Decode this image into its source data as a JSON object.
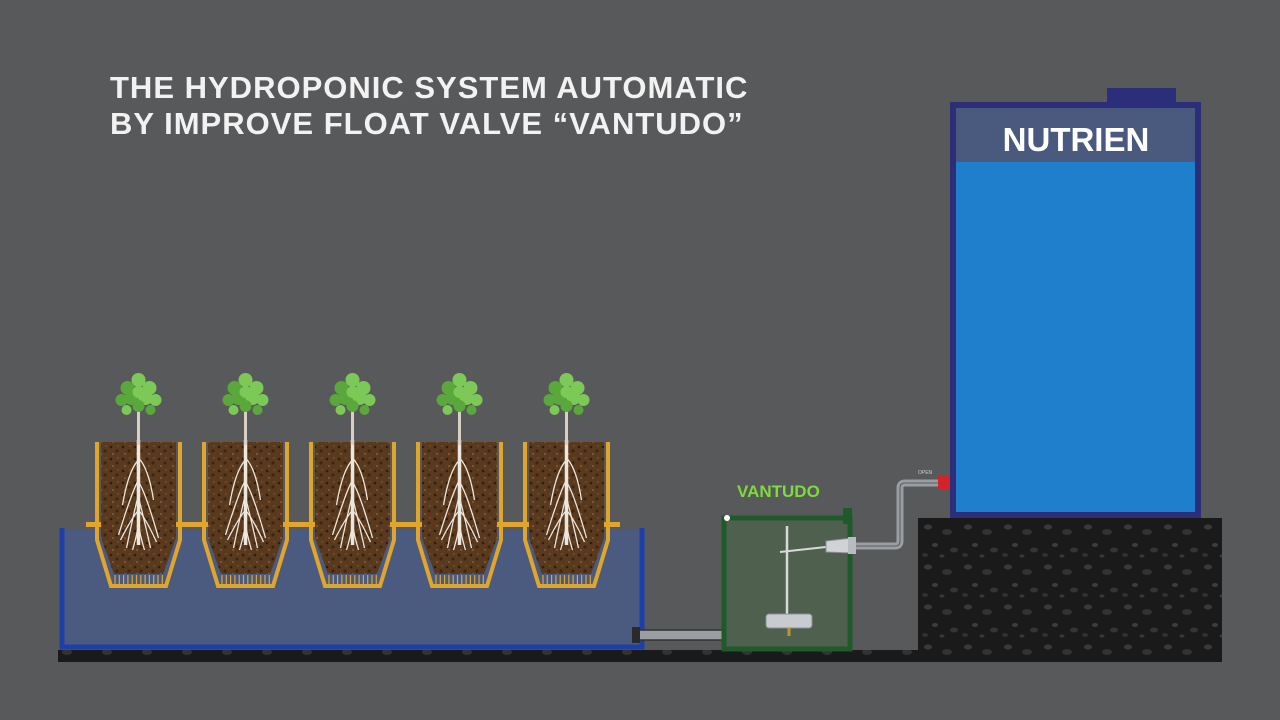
{
  "title": {
    "line1": "THE HYDROPONIC SYSTEM AUTOMATIC",
    "line2": "BY IMPROVE FLOAT VALVE “VANTUDO”"
  },
  "tank": {
    "label": "NUTRIEN"
  },
  "valve": {
    "label": "VANTUDO",
    "tap_label": "OPEN"
  },
  "plants": {
    "count": 5
  },
  "colors": {
    "background": "#58595b",
    "tank_water": "#1f7fcc",
    "tank_frame": "#2b2f7a",
    "tank_header": "#4a5a7e",
    "reservoir_water": "#4b5b80",
    "reservoir_frame": "#1f3fa8",
    "valve_box": "#50604f",
    "valve_frame": "#1f5a2a",
    "valve_label": "#7ddc3a",
    "pot": "#e0a52c",
    "soil": "#5a3a1f",
    "leaves": "#6cbf4a",
    "stand": "#111111"
  }
}
